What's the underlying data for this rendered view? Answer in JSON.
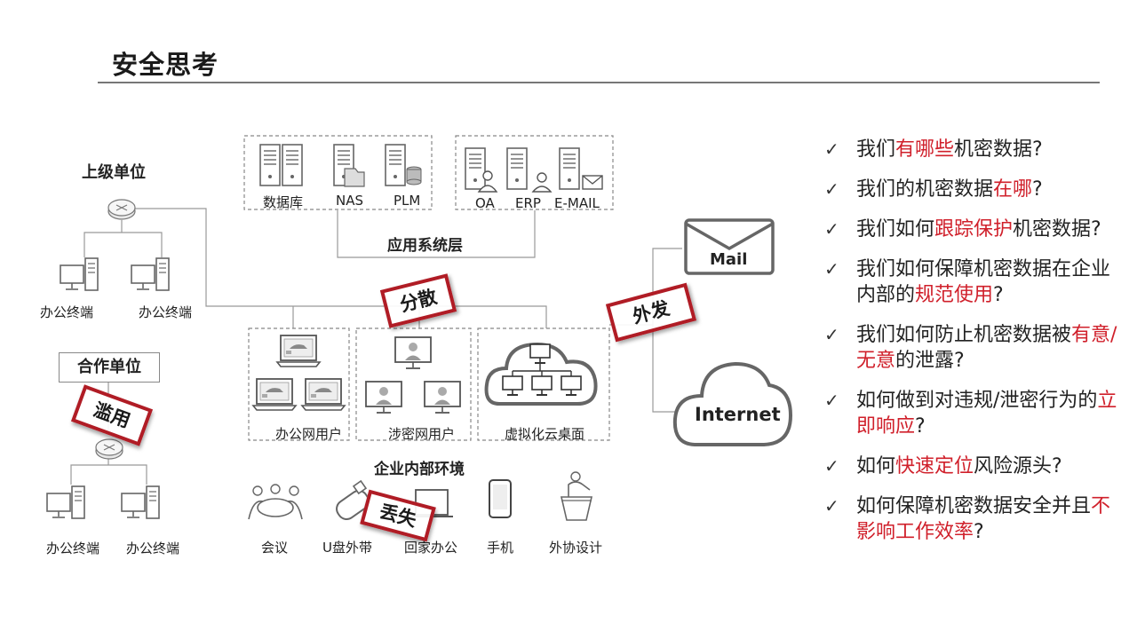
{
  "page": {
    "title": "安全思考"
  },
  "diagram": {
    "superior_unit": "上级单位",
    "partner_unit": "合作单位",
    "office_terminal": "办公终端",
    "app_layer": "应用系统层",
    "enterprise_env": "企业内部环境",
    "servers": {
      "database": "数据库",
      "nas": "NAS",
      "plm": "PLM",
      "oa": "OA",
      "erp": "ERP",
      "email": "E-MAIL"
    },
    "user_groups": {
      "office_net": "办公网用户",
      "secret_net": "涉密网用户",
      "virtual_desktop": "虚拟化云桌面"
    },
    "scenarios": {
      "meeting": "会议",
      "usb": "U盘外带",
      "home_office": "回家办公",
      "phone": "手机",
      "outsourced_design": "外协设计"
    },
    "external": {
      "mail": "Mail",
      "internet": "Internet"
    },
    "risk_tags": {
      "scatter": "分散",
      "abuse": "滥用",
      "leak_out": "外发",
      "lost": "丢失"
    }
  },
  "questions": [
    {
      "pre": "我们",
      "hl": "有哪些",
      "post": "机密数据?"
    },
    {
      "pre": "我们的机密数据",
      "hl": "在哪",
      "post": "?"
    },
    {
      "pre": "我们如何",
      "hl": "跟踪保护",
      "post": "机密数据?"
    },
    {
      "pre": "我们如何保障机密数据在企业内部的",
      "hl": "规范使用",
      "post": "?"
    },
    {
      "pre": "我们如何防止机密数据被",
      "hl": "有意/无意",
      "post": "的泄露?"
    },
    {
      "pre": "如何做到对违规/泄密行为的",
      "hl": "立即响应",
      "post": "?"
    },
    {
      "pre": "如何",
      "hl": "快速定位",
      "post": "风险源头?"
    },
    {
      "pre": "如何保障机密数据安全并且",
      "hl": "不影响工作效率",
      "post": "?"
    }
  ],
  "colors": {
    "highlight": "#d0202b",
    "stamp_border": "#b01c25",
    "line": "#999999"
  }
}
